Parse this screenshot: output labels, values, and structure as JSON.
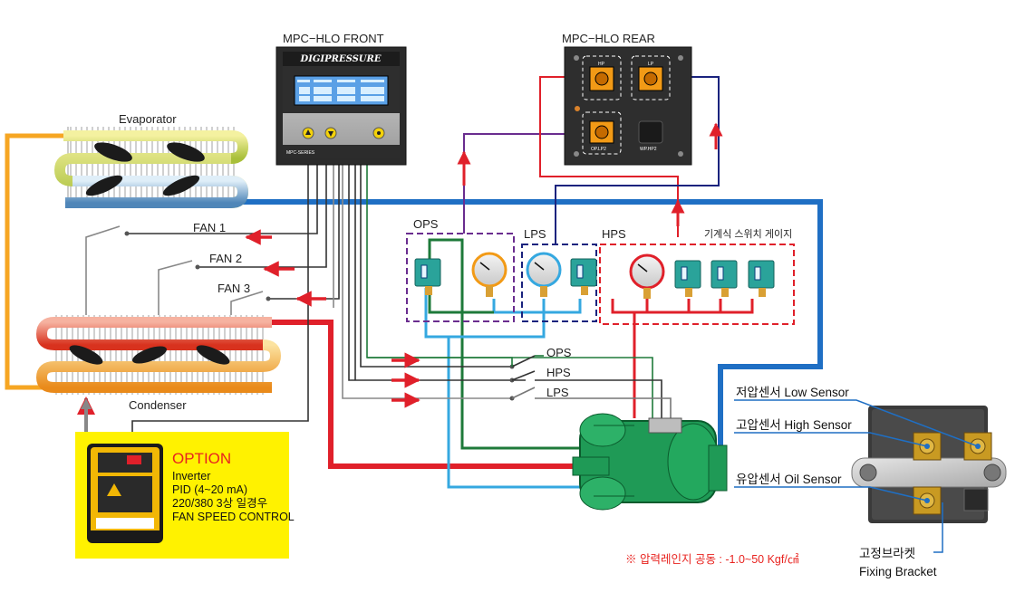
{
  "front_unit": {
    "title": "MPC−HLO  FRONT",
    "brand": "DIGIPRESSURE",
    "series": "MPC-SERIES"
  },
  "rear_unit": {
    "title": "MPC−HLO  REAR",
    "ports": [
      "HP",
      "LP",
      "OP.LP2",
      "WP.HP2"
    ]
  },
  "components": {
    "evaporator": "Evaporator",
    "condenser": "Condenser"
  },
  "fans": [
    "FAN 1",
    "FAN 2",
    "FAN 3"
  ],
  "switch_groups": {
    "ops": "OPS",
    "lps": "LPS",
    "hps": "HPS",
    "mechanical": "기계식 스위치 게이지"
  },
  "compressor_lines": [
    "OPS",
    "HPS",
    "LPS"
  ],
  "option": {
    "title": "OPTION",
    "lines": [
      "Inverter",
      "PID (4~20 mA)",
      "220/380 3상 일경우",
      "FAN SPEED CONTROL"
    ]
  },
  "sensors": {
    "low": "저압센서 Low Sensor",
    "high": "고압센서 High Sensor",
    "oil": "유압센서 Oil Sensor"
  },
  "bracket": {
    "korean": "고정브라켓",
    "english": "Fixing Bracket"
  },
  "note": "※ 압력레인지 공동 : -1.0~50 Kgf/㎠",
  "colors": {
    "suction_blue": "#1f6fc4",
    "discharge_red": "#e0202a",
    "oil_green": "#1e7a3a",
    "low_lightblue": "#35a8e0",
    "orange": "#f6a623",
    "purple": "#6a2d8f",
    "navy": "#1a237e",
    "option_bg": "#fff200",
    "compressor": "#1f9a56"
  }
}
